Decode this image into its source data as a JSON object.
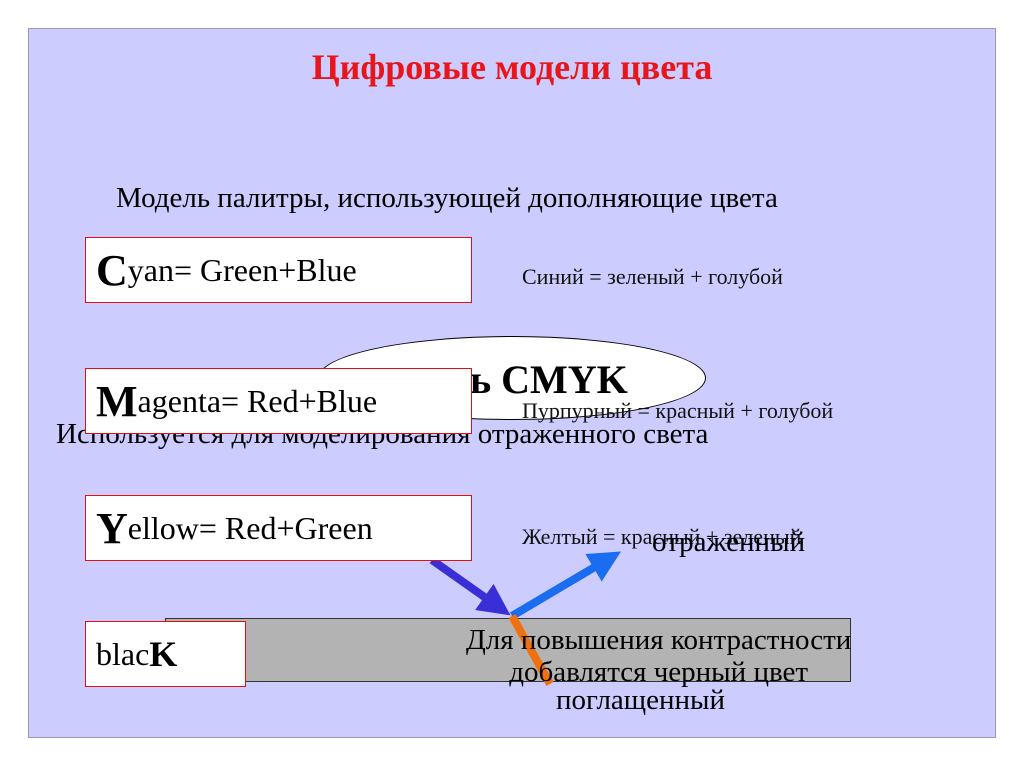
{
  "title": "Цифровые модели цвета",
  "subtitle": "Модель палитры, использующей дополняющие цвета",
  "ellipse_label": "ь CMYK",
  "reflected_usage": "Используется для моделирования отраженного света",
  "reflected_label": "отраженный",
  "absorbed_label": "поглащенный",
  "contrast_line1": "Для повышения контрастности",
  "contrast_line2": "добавлятся черный цвет",
  "colors": {
    "title": "#e8151b",
    "slide_bg": "#ccccff",
    "box_border": "#e01010",
    "incoming_arrow": "#3a2fd6",
    "reflected_arrow": "#1a6cf0",
    "absorbed_arrow": "#f07010"
  },
  "boxes": [
    {
      "letter": "C",
      "rest": "yan= Green+Blue",
      "translation": "Синий = зеленый + голубой"
    },
    {
      "letter": "M",
      "rest": "agenta= Red+Blue",
      "translation": "Пурпурный = красный + голубой"
    },
    {
      "letter": "Y",
      "rest": "ellow= Red+Green",
      "translation": "Желтый = красный + зеленый"
    },
    {
      "prefix": "blac",
      "letter": "K"
    }
  ]
}
